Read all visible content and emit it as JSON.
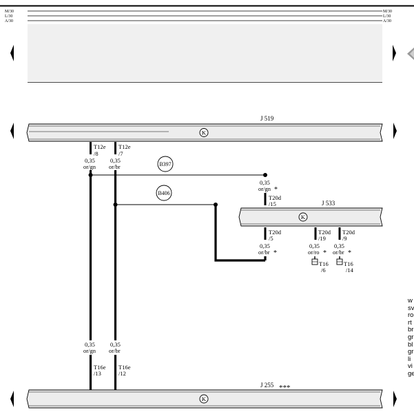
{
  "rails": {
    "left": [
      "M/30",
      "L/30",
      "A/30"
    ],
    "right": [
      "M/30",
      "L/30",
      "A/30"
    ]
  },
  "modules": {
    "top": {
      "name": "J 519",
      "symbol": "K"
    },
    "mid": {
      "name": "J 533",
      "symbol": "K"
    },
    "bottom": {
      "name": "J 255",
      "suffix": "***",
      "symbol": "K"
    }
  },
  "connectors": {
    "t12e_8": {
      "pin": "T12e",
      "num": "/8"
    },
    "t12e_7": {
      "pin": "T12e",
      "num": "/7"
    },
    "t20d_15": {
      "pin": "T20d",
      "num": "/15"
    },
    "t20d_5": {
      "pin": "T20d",
      "num": "/5"
    },
    "t20d_19": {
      "pin": "T20d",
      "num": "/19"
    },
    "t20d_9": {
      "pin": "T20d",
      "num": "/9"
    },
    "t16_6": {
      "pin": "T16",
      "num": "/6"
    },
    "t16_14": {
      "pin": "T16",
      "num": "/14"
    },
    "t16e_13": {
      "pin": "T16e",
      "num": "/13"
    },
    "t16e_12": {
      "pin": "T16e",
      "num": "/12"
    }
  },
  "wires": {
    "w_top_a": {
      "size": "0,35",
      "color": "or/gn"
    },
    "w_top_b": {
      "size": "0,35",
      "color": "or/br"
    },
    "w_15": {
      "size": "0,35",
      "color": "or/gn",
      "mark": "*"
    },
    "w_5": {
      "size": "0,35",
      "color": "or/br",
      "mark": "*"
    },
    "w_19": {
      "size": "0,35",
      "color": "or/ro",
      "mark": "*"
    },
    "w_9": {
      "size": "0,35",
      "color": "or/br",
      "mark": "*"
    },
    "w_bot_a": {
      "size": "0,35",
      "color": "or/gn"
    },
    "w_bot_b": {
      "size": "0,35",
      "color": "or/br"
    }
  },
  "splices": {
    "b397": "B397",
    "b406": "B406"
  },
  "side_legend": [
    "w",
    "sv",
    "ro",
    "rt",
    "br",
    "gr",
    "bl",
    "gr",
    "li",
    "vi",
    "ge"
  ],
  "colors": {
    "ink": "#000000",
    "module_fill": "#ededed",
    "nav_arrow": "#9a9a9a"
  }
}
